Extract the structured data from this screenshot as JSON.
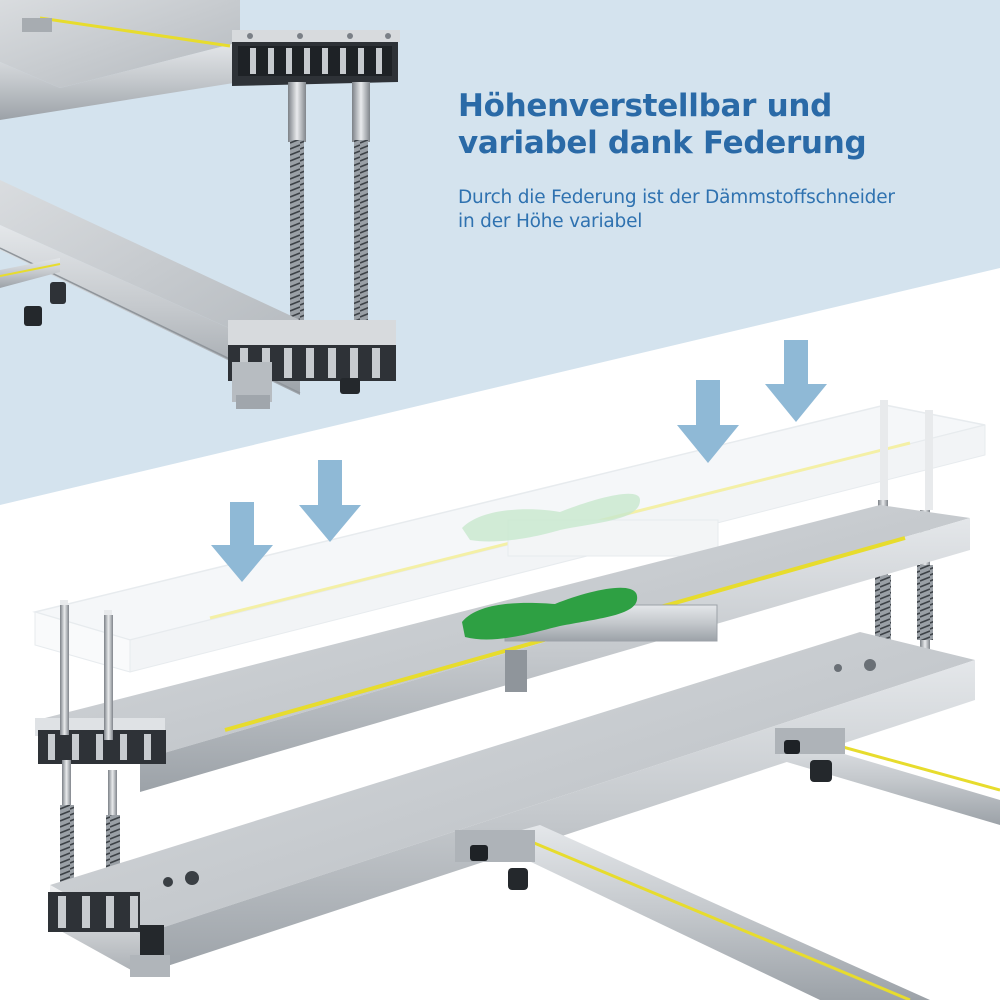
{
  "headline": {
    "line1": "Höhenverstellbar und",
    "line2": "variabel dank Federung"
  },
  "subline": {
    "line1": "Durch die Federung ist der Dämmstoffschneider",
    "line2": "in der Höhe variabel"
  },
  "colors": {
    "title": "#2a6aa7",
    "text": "#2f72b0",
    "background_top": "#d4e3ee",
    "background_bottom": "#ffffff",
    "arrow": "#8fb9d6",
    "aluminium": "#c4c8cc",
    "aluminium_dark": "#8f959b",
    "foot_marker": "#2ea043",
    "scale_tape": "#e7dc2d"
  },
  "icons": {
    "arrow": "arrow-down-icon",
    "foot": "foot-marker-icon"
  }
}
